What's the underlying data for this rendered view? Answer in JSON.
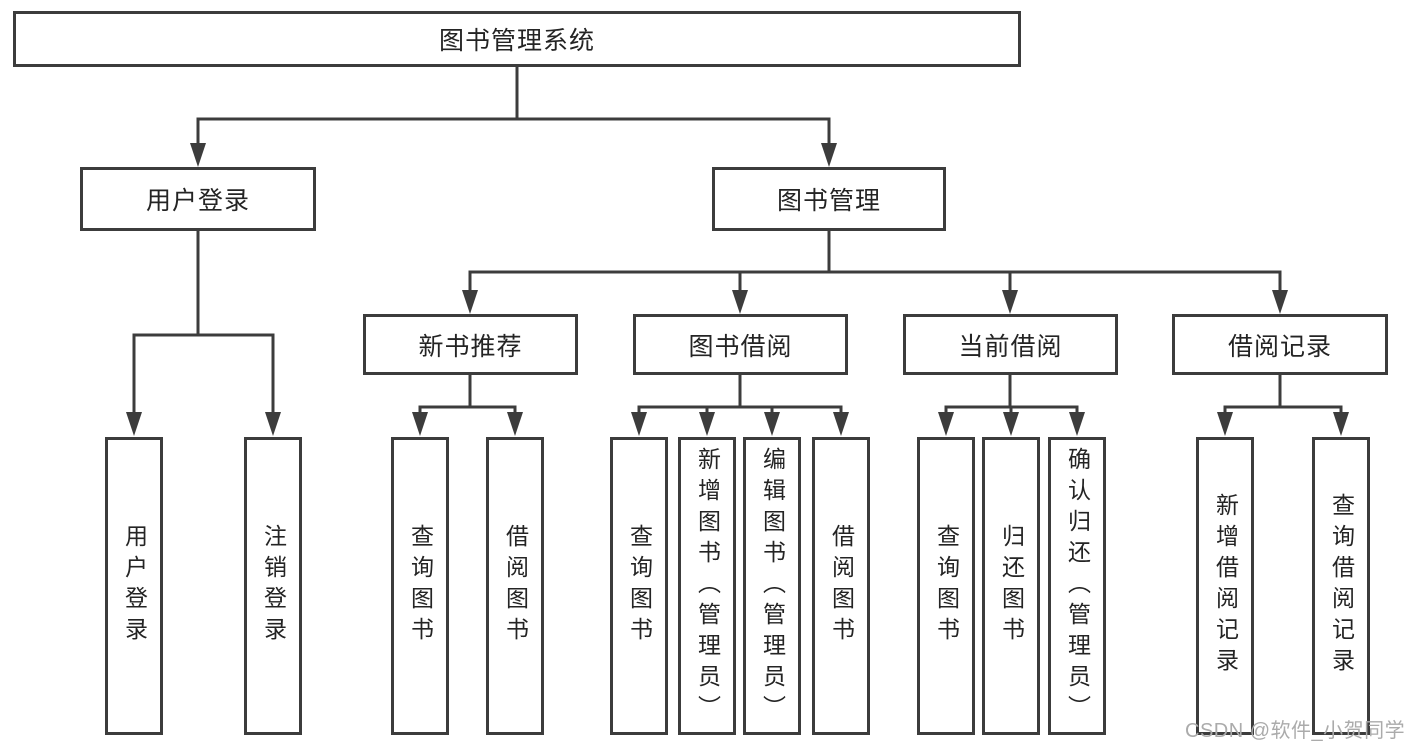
{
  "diagram": {
    "root": "图书管理系统",
    "level2": {
      "user_login": "用户登录",
      "book_management": "图书管理"
    },
    "level3": {
      "new_book_recommend": "新书推荐",
      "book_borrowing": "图书借阅",
      "current_borrowing": "当前借阅",
      "borrowing_records": "借阅记录"
    },
    "leaves": {
      "user_login": [
        "用户登录",
        "注销登录"
      ],
      "new_book_recommend": [
        "查询图书",
        "借阅图书"
      ],
      "book_borrowing": [
        "查询图书",
        "新增图书（管理员）",
        "编辑图书（管理员）",
        "借阅图书"
      ],
      "current_borrowing": [
        "查询图书",
        "归还图书",
        "确认归还（管理员）"
      ],
      "borrowing_records": [
        "新增借阅记录",
        "查询借阅记录"
      ]
    }
  },
  "watermark": "CSDN @软件_小贺同学",
  "colors": {
    "line": "#3c3c3c",
    "text": "#242424",
    "watermark": "#ababab",
    "background": "#ffffff"
  }
}
